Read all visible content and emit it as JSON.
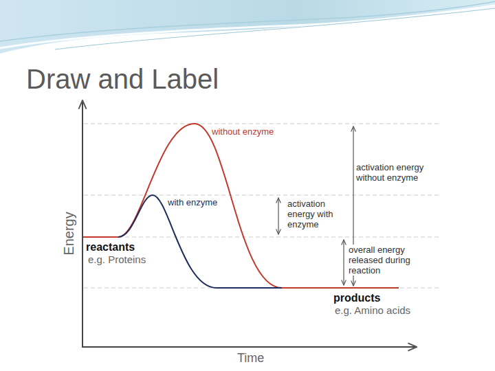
{
  "diagram": {
    "title": "Draw and Label",
    "labels": [
      "without enzyme",
      "with enzyme",
      "activation energy without enzyme",
      "activation energy with enzyme",
      "reactants",
      "e.g. Proteins",
      "overall energy released during reaction",
      "products",
      "e.g. Amino acids",
      "Energy",
      "Time"
    ]
  }
}
